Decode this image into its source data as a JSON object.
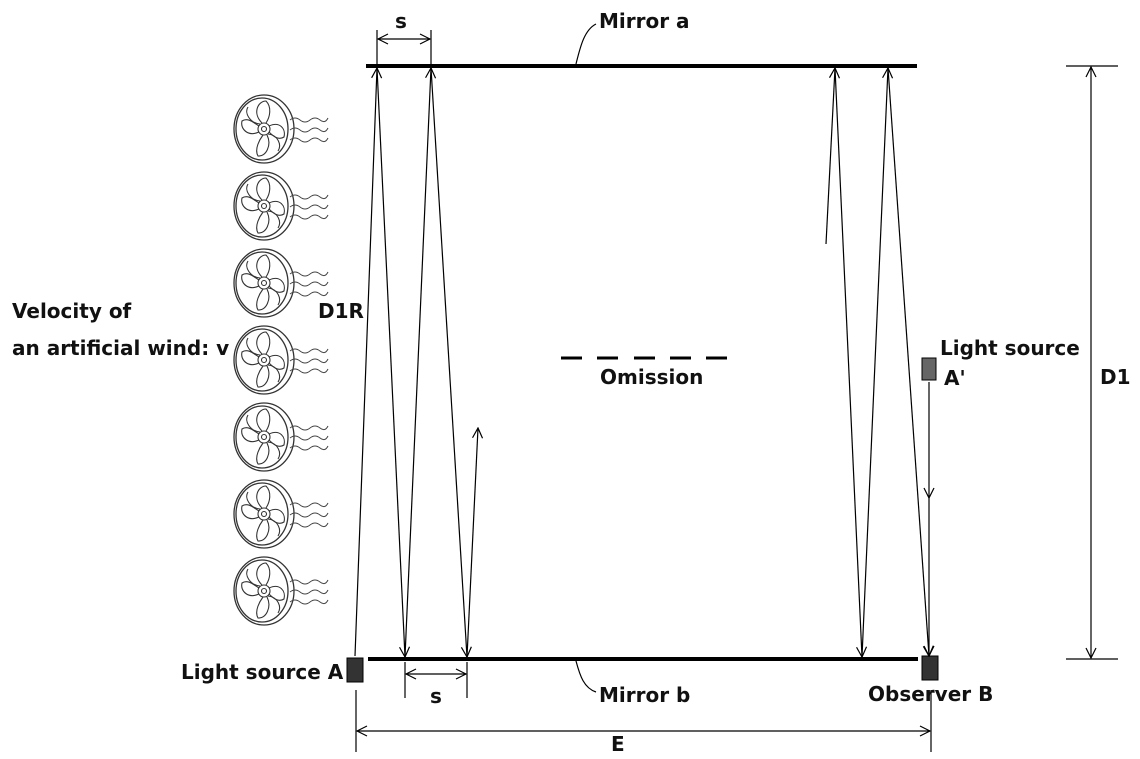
{
  "labels": {
    "mirror_a": "Mirror a",
    "mirror_b": "Mirror b",
    "s_top": "s",
    "s_bottom": "s",
    "omission": "Omission",
    "d1r": "D1R",
    "d1": "D1",
    "e": "E",
    "light_source_a": "Light source A",
    "light_source_a_prime_line1": "Light source",
    "light_source_a_prime_line2": "A'",
    "observer_b": "Observer B",
    "wind_line1": "Velocity of",
    "wind_line2": "an artificial wind: v"
  },
  "fans": {
    "count": 7
  },
  "colors": {
    "ink": "#000000",
    "source_fill": "#333333",
    "source_a_prime_fill": "#666666"
  }
}
